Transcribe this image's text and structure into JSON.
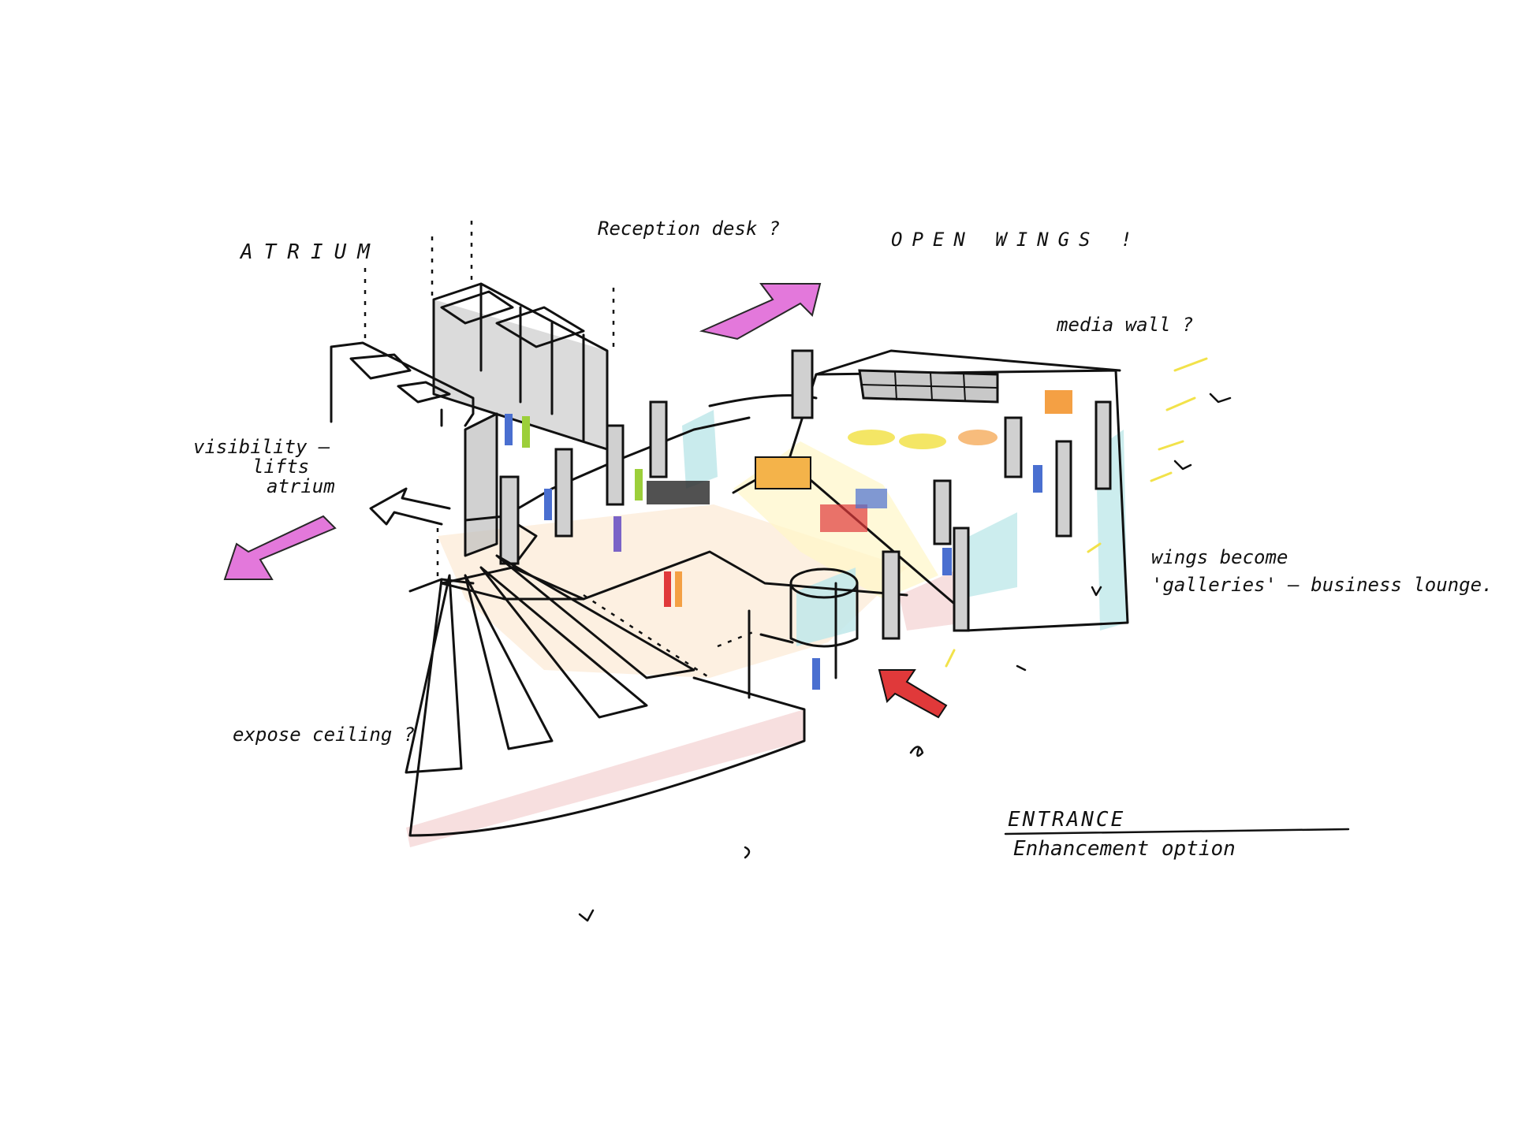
{
  "annotations": {
    "atrium": "ATRIUM",
    "reception_desk": "Reception desk ?",
    "open_wings": "OPEN WINGS !",
    "media_wall": "media wall ?",
    "visibility": "visibility –",
    "visibility_2": "lifts",
    "visibility_3": "atrium",
    "wings_become": "wings become",
    "galleries": "'galleries' – business lounge.",
    "expose_ceiling": "expose ceiling ?",
    "title": "ENTRANCE",
    "subtitle": "Enhancement option"
  },
  "colors": {
    "ink": "#111111",
    "arrow_magenta": "#e06ad8",
    "arrow_red": "#e0393a",
    "floor_peach": "#fbe3c8",
    "glass": "#bfe8ea",
    "wall_shadow": "#f1c9c9",
    "yellow_pencil": "#f2e24a",
    "grey_pencil": "#bdbdbd"
  },
  "icons": [
    "arrow-magenta-up-right",
    "arrow-magenta-down-left",
    "arrow-red-up-left",
    "arrow-outline-left"
  ]
}
